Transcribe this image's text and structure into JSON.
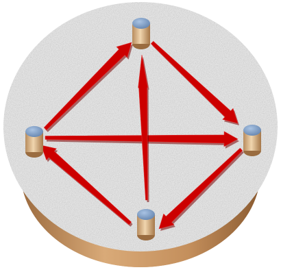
{
  "diagram": {
    "nodes": [
      {
        "id": "top",
        "kind": "peg"
      },
      {
        "id": "left",
        "kind": "peg"
      },
      {
        "id": "right",
        "kind": "peg"
      },
      {
        "id": "bottom",
        "kind": "peg"
      }
    ],
    "edges": [
      {
        "id": "left-to-top",
        "from": "left",
        "to": "top"
      },
      {
        "id": "top-to-right",
        "from": "top",
        "to": "right"
      },
      {
        "id": "left-to-right",
        "from": "left",
        "to": "right"
      },
      {
        "id": "bottom-to-left",
        "from": "bottom",
        "to": "left"
      },
      {
        "id": "right-to-bottom",
        "from": "right",
        "to": "bottom"
      },
      {
        "id": "bottom-to-top",
        "from": "bottom",
        "to": "top"
      }
    ],
    "colors": {
      "arrow": "#cc0000",
      "arrow_shadow": "#7a0000",
      "table_top": "#e6e6e6",
      "table_side": "#c89868",
      "peg_body": "#d9b88f",
      "peg_cap": "#7f9fc6"
    }
  }
}
